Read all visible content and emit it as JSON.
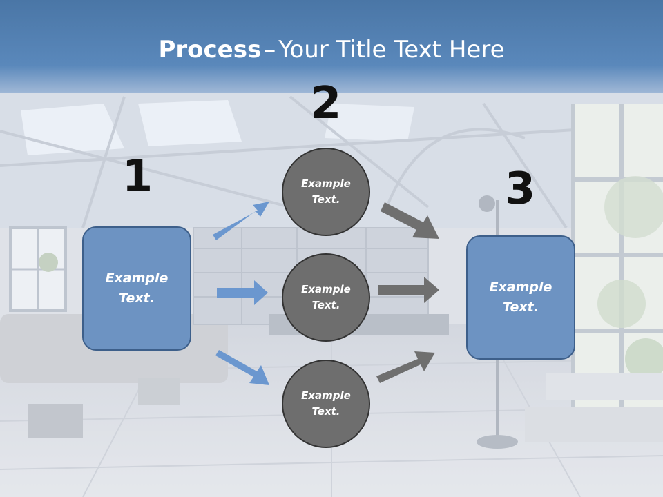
{
  "title": {
    "bold": "Process",
    "dash": "–",
    "rest": "Your Title Text Here"
  },
  "steps": {
    "one": {
      "number": "1",
      "box_line1": "Example",
      "box_line2": "Text."
    },
    "two": {
      "number": "2",
      "circles": [
        {
          "line1": "Example",
          "line2": "Text."
        },
        {
          "line1": "Example",
          "line2": "Text."
        },
        {
          "line1": "Example",
          "line2": "Text."
        }
      ]
    },
    "three": {
      "number": "3",
      "box_line1": "Example",
      "box_line2": "Text."
    }
  },
  "colors": {
    "header": "#4a76a6",
    "box_fill": "#6d93c2",
    "circle_fill": "#6e6e6e",
    "blue_arrow": "#6b97cf",
    "gray_arrow": "#6f6f6f"
  }
}
